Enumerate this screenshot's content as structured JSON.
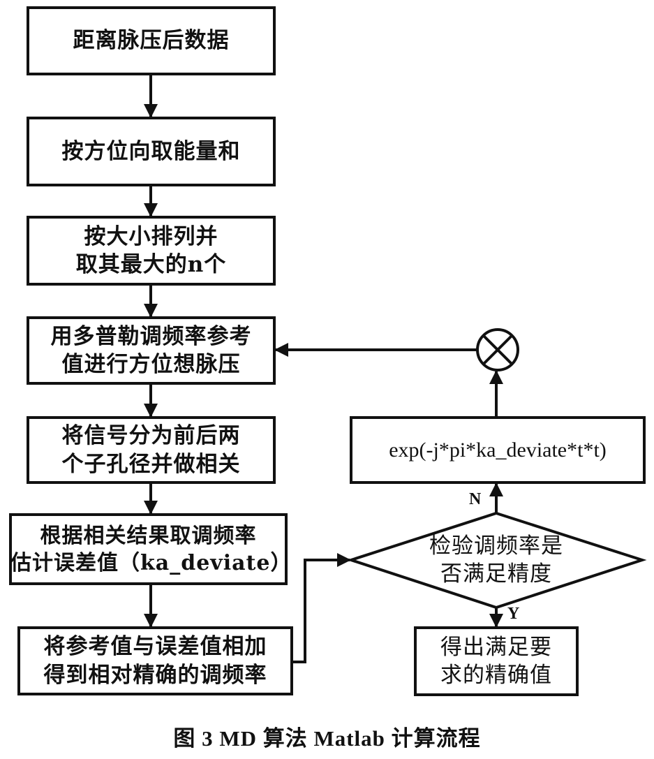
{
  "diagram": {
    "type": "flowchart",
    "nodes": [
      {
        "id": "n1",
        "shape": "box",
        "label": "距离脉压后数据"
      },
      {
        "id": "n2",
        "shape": "box",
        "label": "按方位向取能量和"
      },
      {
        "id": "n3",
        "shape": "box",
        "label": "按大小排列并\n取其最大的n个"
      },
      {
        "id": "n4",
        "shape": "box",
        "label": "用多普勒调频率参考\n值进行方位想脉压"
      },
      {
        "id": "n5",
        "shape": "box",
        "label": "将信号分为前后两\n个子孔径并做相关"
      },
      {
        "id": "n6",
        "shape": "box",
        "label": "根据相关结果取调频率\n估计误差值（ka_deviate）"
      },
      {
        "id": "n7",
        "shape": "box",
        "label": "将参考值与误差值相加\n得到相对精确的调频率"
      },
      {
        "id": "n8",
        "shape": "diamond",
        "label": "检验调频率是\n否满足精度"
      },
      {
        "id": "n9",
        "shape": "box",
        "label": "exp(-j*pi*ka_deviate*t*t)"
      },
      {
        "id": "n10",
        "shape": "multiplier",
        "label": "⊗"
      },
      {
        "id": "n11",
        "shape": "box",
        "label": "得出满足要\n求的精确值"
      }
    ],
    "edges": [
      {
        "from": "n1",
        "to": "n2",
        "label": ""
      },
      {
        "from": "n2",
        "to": "n3",
        "label": ""
      },
      {
        "from": "n3",
        "to": "n4",
        "label": ""
      },
      {
        "from": "n4",
        "to": "n5",
        "label": ""
      },
      {
        "from": "n5",
        "to": "n6",
        "label": ""
      },
      {
        "from": "n6",
        "to": "n7",
        "label": ""
      },
      {
        "from": "n7",
        "to": "n8",
        "label": ""
      },
      {
        "from": "n8",
        "to": "n9",
        "label": "N"
      },
      {
        "from": "n8",
        "to": "n11",
        "label": "Y"
      },
      {
        "from": "n9",
        "to": "n10",
        "label": ""
      },
      {
        "from": "n10",
        "to": "n4",
        "label": ""
      }
    ],
    "branch_labels": {
      "no": "N",
      "yes": "Y"
    }
  },
  "caption": "图 3   MD 算法 Matlab 计算流程"
}
